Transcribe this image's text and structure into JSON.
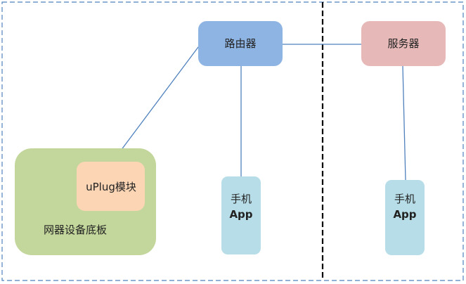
{
  "nodes": {
    "router": {
      "label": "路由器",
      "color": "#8eb4e3"
    },
    "server": {
      "label": "服务器",
      "color": "#e6b9b8"
    },
    "board": {
      "label": "网器设备底板",
      "color": "#c3d69b"
    },
    "module": {
      "label": "uPlug模块",
      "color": "#fcd5b5"
    },
    "phone_local": {
      "line1": "手机",
      "line2": "App",
      "color": "#b7dee8"
    },
    "phone_remote": {
      "line1": "手机",
      "line2": "App",
      "color": "#b7dee8"
    }
  },
  "colors": {
    "connector": "#4f81bd",
    "boundary_dashed": "#4f81bd",
    "divider": "#000000"
  }
}
